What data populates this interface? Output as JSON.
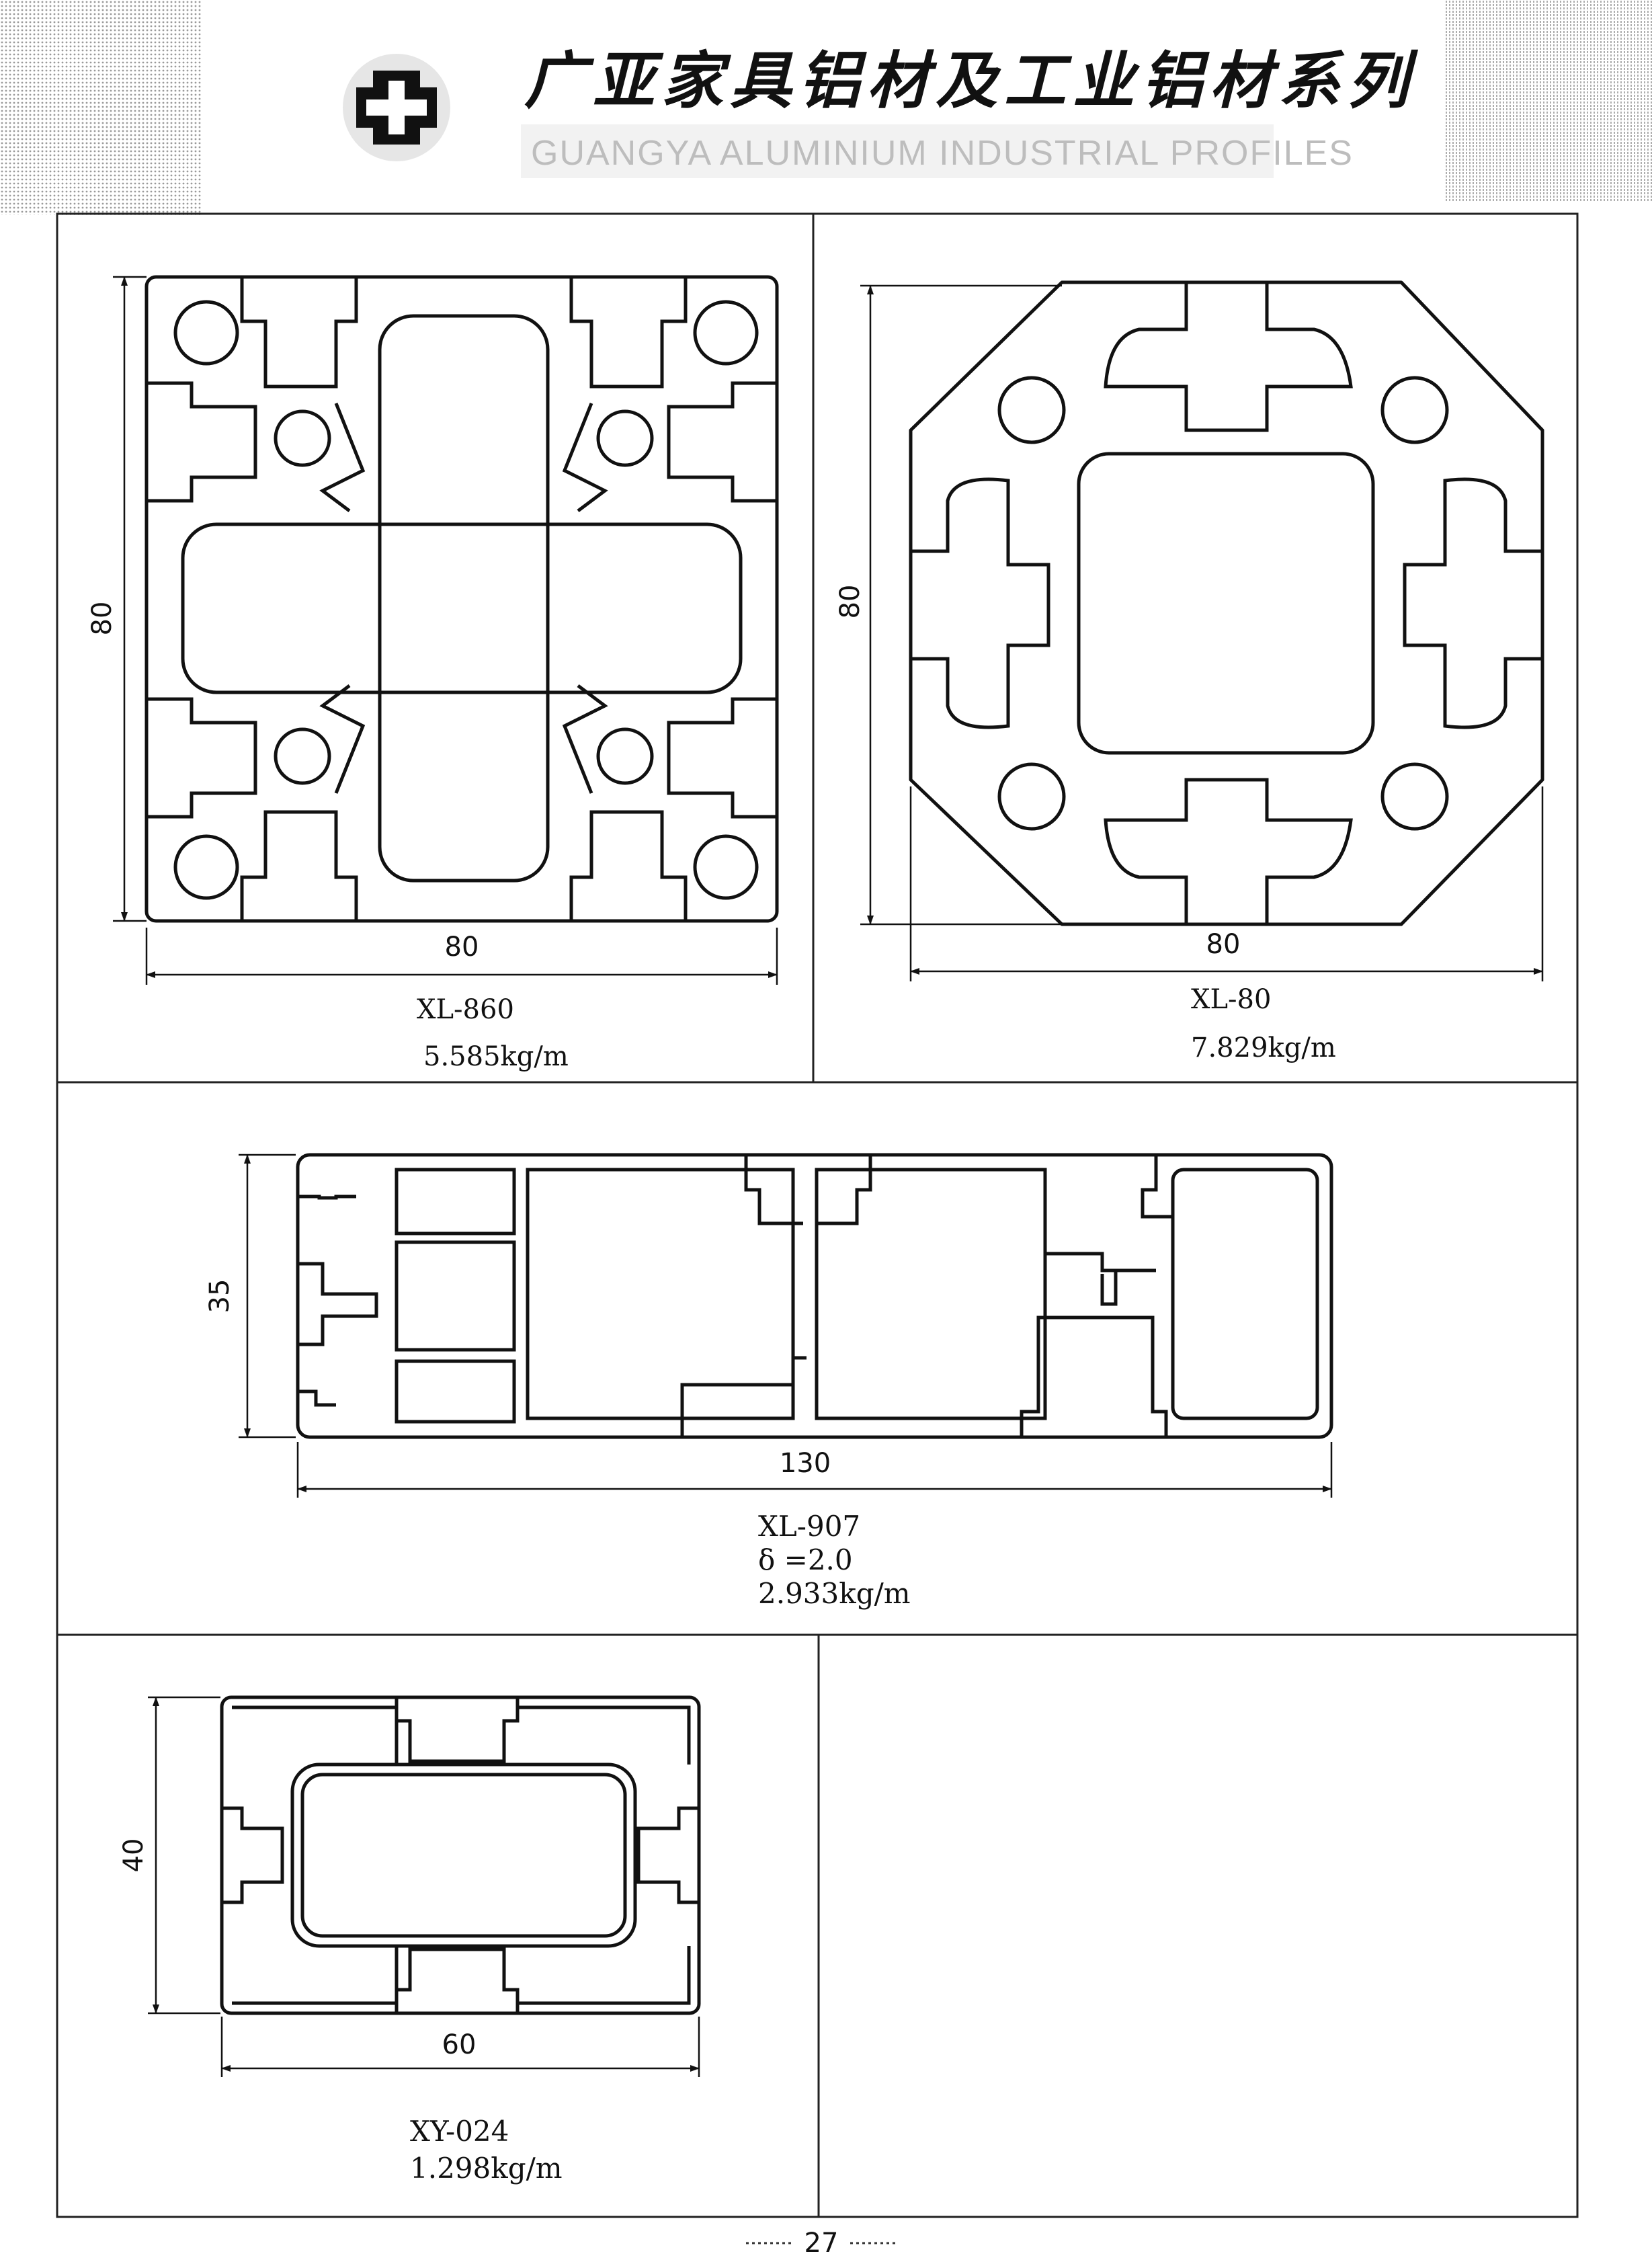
{
  "header": {
    "title": "广亚家具铝材及工业铝材系列",
    "subtitle": "GUANGYA ALUMINIUM INDUSTRIAL PROFILES"
  },
  "profiles": [
    {
      "code": "XL-860",
      "weight": "5.585kg/m",
      "dim_w": "80",
      "dim_h": "80"
    },
    {
      "code": "XL-80",
      "weight": "7.829kg/m",
      "dim_w": "80",
      "dim_h": "80"
    },
    {
      "code": "XL-907",
      "thickness": "δ =2.0",
      "weight": "2.933kg/m",
      "dim_w": "130",
      "dim_h": "35"
    },
    {
      "code": "XY-024",
      "weight": "1.298kg/m",
      "dim_w": "60",
      "dim_h": "40"
    }
  ],
  "footer": {
    "page_number": "27"
  }
}
